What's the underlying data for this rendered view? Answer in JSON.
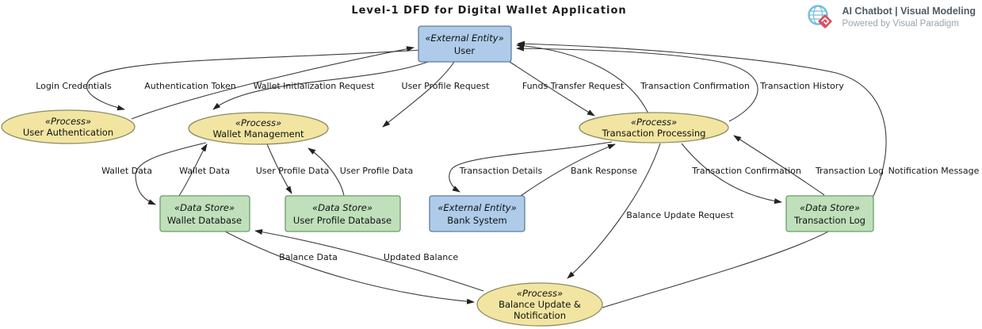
{
  "title": "Level-1 DFD for Digital Wallet Application",
  "branding": {
    "logo": "visual-paradigm-globe-diamond",
    "title": "AI Chatbot | Visual Modeling",
    "subtitle": "Powered by Visual Paradigm"
  },
  "colors": {
    "process_fill": "#F1E5A1",
    "process_stroke": "#8C8C64",
    "entity_fill": "#AECBE9",
    "entity_stroke": "#5D7E9C",
    "store_fill": "#BFE0BB",
    "store_stroke": "#6B9E6B",
    "line": "#3B3B3B",
    "brand_title": "#4E5B66",
    "brand_subtitle": "#9AA4AB",
    "logo_blue": "#74BEDE",
    "logo_red": "#D9515F"
  },
  "nodes": {
    "user": {
      "stereotype": "«External Entity»",
      "name": "User"
    },
    "user_auth": {
      "stereotype": "«Process»",
      "name": "User Authentication"
    },
    "wallet_mgmt": {
      "stereotype": "«Process»",
      "name": "Wallet Management"
    },
    "trans_proc": {
      "stereotype": "«Process»",
      "name": "Transaction Processing"
    },
    "wallet_db": {
      "stereotype": "«Data Store»",
      "name": "Wallet Database"
    },
    "user_profile_db": {
      "stereotype": "«Data Store»",
      "name": "User Profile Database"
    },
    "bank_system": {
      "stereotype": "«External Entity»",
      "name": "Bank System"
    },
    "trans_log": {
      "stereotype": "«Data Store»",
      "name": "Transaction Log"
    },
    "balance_upd": {
      "stereotype": "«Process»",
      "name1": "Balance Update &",
      "name2": "Notification"
    }
  },
  "flows": {
    "login_credentials": {
      "label": "Login Credentials",
      "from": "User",
      "to": "User Authentication"
    },
    "authentication_token": {
      "label": "Authentication Token",
      "from": "User Authentication",
      "to": "User"
    },
    "wallet_init_request": {
      "label": "Wallet Initialization Request",
      "from": "User",
      "to": "Wallet Management"
    },
    "user_profile_request": {
      "label": "User Profile Request",
      "from": "User",
      "to": "Wallet Management"
    },
    "funds_transfer_request": {
      "label": "Funds Transfer Request",
      "from": "User",
      "to": "Transaction Processing"
    },
    "transaction_confirmation_user": {
      "label": "Transaction Confirmation",
      "from": "Transaction Processing",
      "to": "User"
    },
    "transaction_history": {
      "label": "Transaction History",
      "from": "Transaction Processing",
      "to": "User"
    },
    "wallet_data_write": {
      "label": "Wallet Data",
      "from": "Wallet Management",
      "to": "Wallet Database"
    },
    "wallet_data_read": {
      "label": "Wallet Data",
      "from": "Wallet Database",
      "to": "Wallet Management"
    },
    "user_profile_data_write": {
      "label": "User Profile Data",
      "from": "Wallet Management",
      "to": "User Profile Database"
    },
    "user_profile_data_read": {
      "label": "User Profile Data",
      "from": "User Profile Database",
      "to": "Wallet Management"
    },
    "transaction_details": {
      "label": "Transaction Details",
      "from": "Transaction Processing",
      "to": "Bank System"
    },
    "bank_response": {
      "label": "Bank Response",
      "from": "Bank System",
      "to": "Transaction Processing"
    },
    "transaction_confirmation_log": {
      "label": "Transaction Confirmation",
      "from": "Transaction Processing",
      "to": "Transaction Log"
    },
    "transaction_log": {
      "label": "Transaction Log",
      "from": "Transaction Log",
      "to": "Transaction Processing"
    },
    "notification_message": {
      "label": "Notification Message",
      "from": "Balance Update & Notification",
      "to": "User"
    },
    "balance_update_request": {
      "label": "Balance Update Request",
      "from": "Transaction Processing",
      "to": "Balance Update & Notification"
    },
    "balance_data": {
      "label": "Balance Data",
      "from": "Wallet Database",
      "to": "Balance Update & Notification"
    },
    "updated_balance": {
      "label": "Updated Balance",
      "from": "Balance Update & Notification",
      "to": "Wallet Database"
    }
  }
}
